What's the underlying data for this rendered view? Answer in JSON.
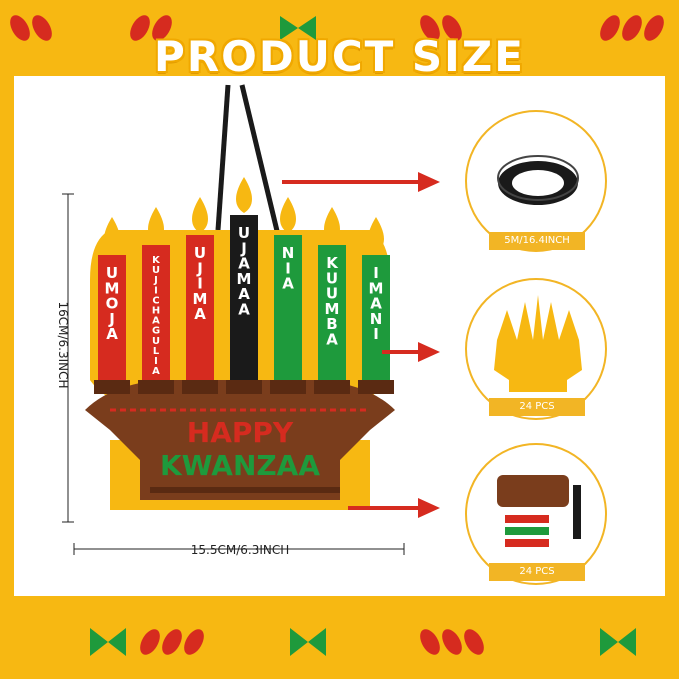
{
  "title": "PRODUCT SIZE",
  "colors": {
    "background": "#f7b812",
    "panel": "#ffffff",
    "accent": "#f2b525",
    "red": "#d62b1f",
    "green": "#1e9a3c",
    "black": "#1a1a1a",
    "brown": "#7a3d1c"
  },
  "dimensions": {
    "width_label": "15.5CM/6.3INCH",
    "height_label": "16CM/6.3INCH"
  },
  "candles": [
    {
      "word": "UMOJA",
      "color": "red"
    },
    {
      "word": "KUJICHAGULIA",
      "color": "red"
    },
    {
      "word": "UJIMA",
      "color": "red"
    },
    {
      "word": "UJAMAA",
      "color": "black"
    },
    {
      "word": "NIA",
      "color": "green"
    },
    {
      "word": "KUUMBA",
      "color": "green"
    },
    {
      "word": "IMANI",
      "color": "green"
    }
  ],
  "banner": {
    "line1": "HAPPY",
    "line2": "KWANZAA"
  },
  "items": [
    {
      "caption": "5M/16.4INCH",
      "icon": "ribbon-roll-icon"
    },
    {
      "caption": "24 PCS",
      "icon": "kinara-silhouette-icon"
    },
    {
      "caption": "24 PCS",
      "icon": "kinara-pieces-icon"
    }
  ]
}
